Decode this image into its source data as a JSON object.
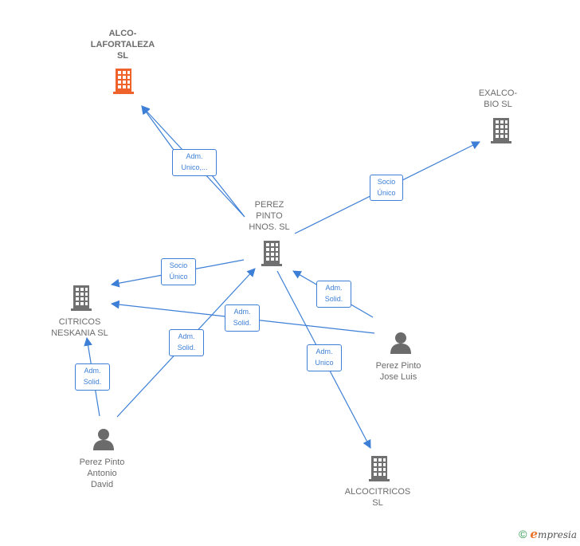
{
  "colors": {
    "edge": "#3d7fd6",
    "building": "#707070",
    "building_highlight": "#f0622b",
    "person": "#6b6b6b"
  },
  "nodes": {
    "alco": {
      "label": "ALCO-\nLAFORTALEZA\nSL",
      "icon": "building-icon"
    },
    "exalco": {
      "label": "EXALCO-\nBIO SL",
      "icon": "building-icon"
    },
    "perez_hnos": {
      "label": "PEREZ\nPINTO\nHNOS.  SL",
      "icon": "building-icon"
    },
    "citricos": {
      "label": "CITRICOS\nNESKANIA  SL",
      "icon": "building-icon"
    },
    "jose_luis": {
      "label": "Perez Pinto\nJose Luis",
      "icon": "person-icon"
    },
    "antonio": {
      "label": "Perez Pinto\nAntonio\nDavid",
      "icon": "person-icon"
    },
    "alcocitricos": {
      "label": "ALCOCITRICOS\nSL",
      "icon": "building-icon"
    }
  },
  "edges": {
    "e1": "Adm.\nUnico,...",
    "e2": "Socio\nÚnico",
    "e3": "Socio\nÚnico",
    "e4": "Adm.\nSolid.",
    "e5": "Adm.\nSolid.",
    "e6": "Adm.\nSolid.",
    "e7": "Adm.\nSolid.",
    "e8": "Adm.\nUnico"
  },
  "footer": {
    "copyright": "©",
    "brand_initial": "e",
    "brand_rest": "mpresia"
  }
}
